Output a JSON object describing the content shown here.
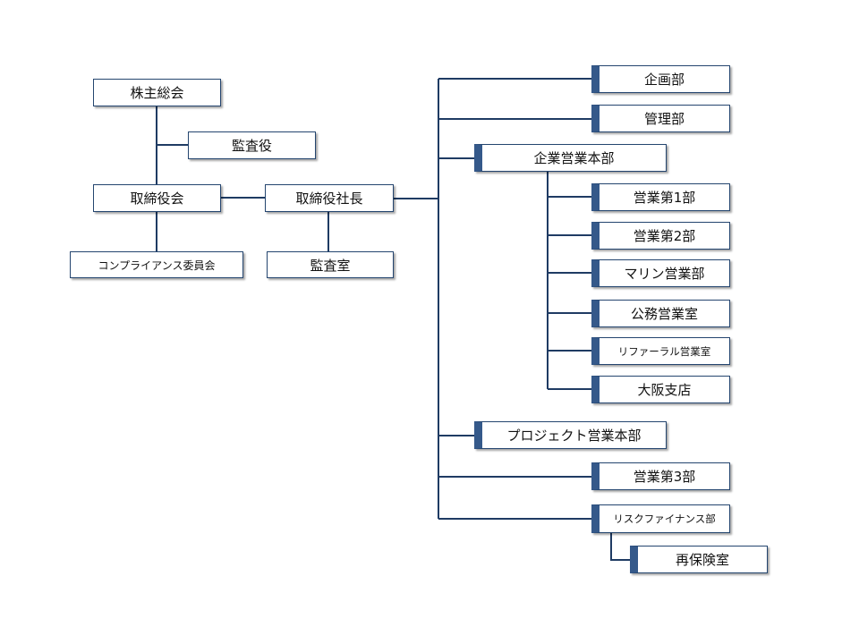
{
  "colors": {
    "line": "#1f3b63",
    "tab": "#35598a",
    "border": "#24456f"
  },
  "left_tree": {
    "shareholders_meeting": "株主総会",
    "auditor": "監査役",
    "board_of_directors": "取締役会",
    "compliance_committee": "コンプライアンス委員会",
    "president": "取締役社長",
    "audit_office": "監査室"
  },
  "departments": {
    "planning": "企画部",
    "management": "管理部",
    "corporate_sales_hq": "企業営業本部",
    "sales_1": "営業第1部",
    "sales_2": "営業第2部",
    "marine_sales": "マリン営業部",
    "public_sales": "公務営業室",
    "referral_sales": "リファーラル営業室",
    "osaka_branch": "大阪支店",
    "project_sales_hq": "プロジェクト営業本部",
    "sales_3": "営業第3部",
    "risk_finance": "リスクファイナンス部",
    "reinsurance": "再保険室"
  }
}
